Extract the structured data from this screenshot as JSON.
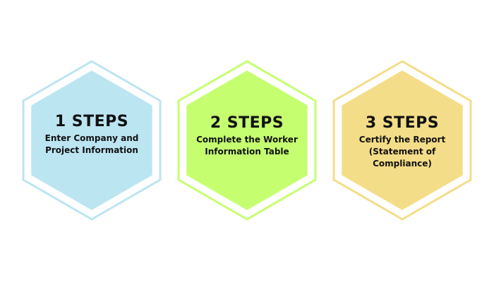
{
  "steps": [
    {
      "title": "1 STEPS",
      "desc_lines": [
        "Enter Company and",
        "Project Information"
      ],
      "fill": "#bce5f2",
      "outline": "#bce5f2"
    },
    {
      "title": "2 STEPS",
      "desc_lines": [
        "Complete the Worker",
        "Information Table"
      ],
      "fill": "#c5ff70",
      "outline": "#c5ff70"
    },
    {
      "title": "3 STEPS",
      "desc_lines": [
        "Certify the Report",
        "(Statement of",
        "Compliance)"
      ],
      "fill": "#f4dd88",
      "outline": "#f4dd88"
    }
  ]
}
